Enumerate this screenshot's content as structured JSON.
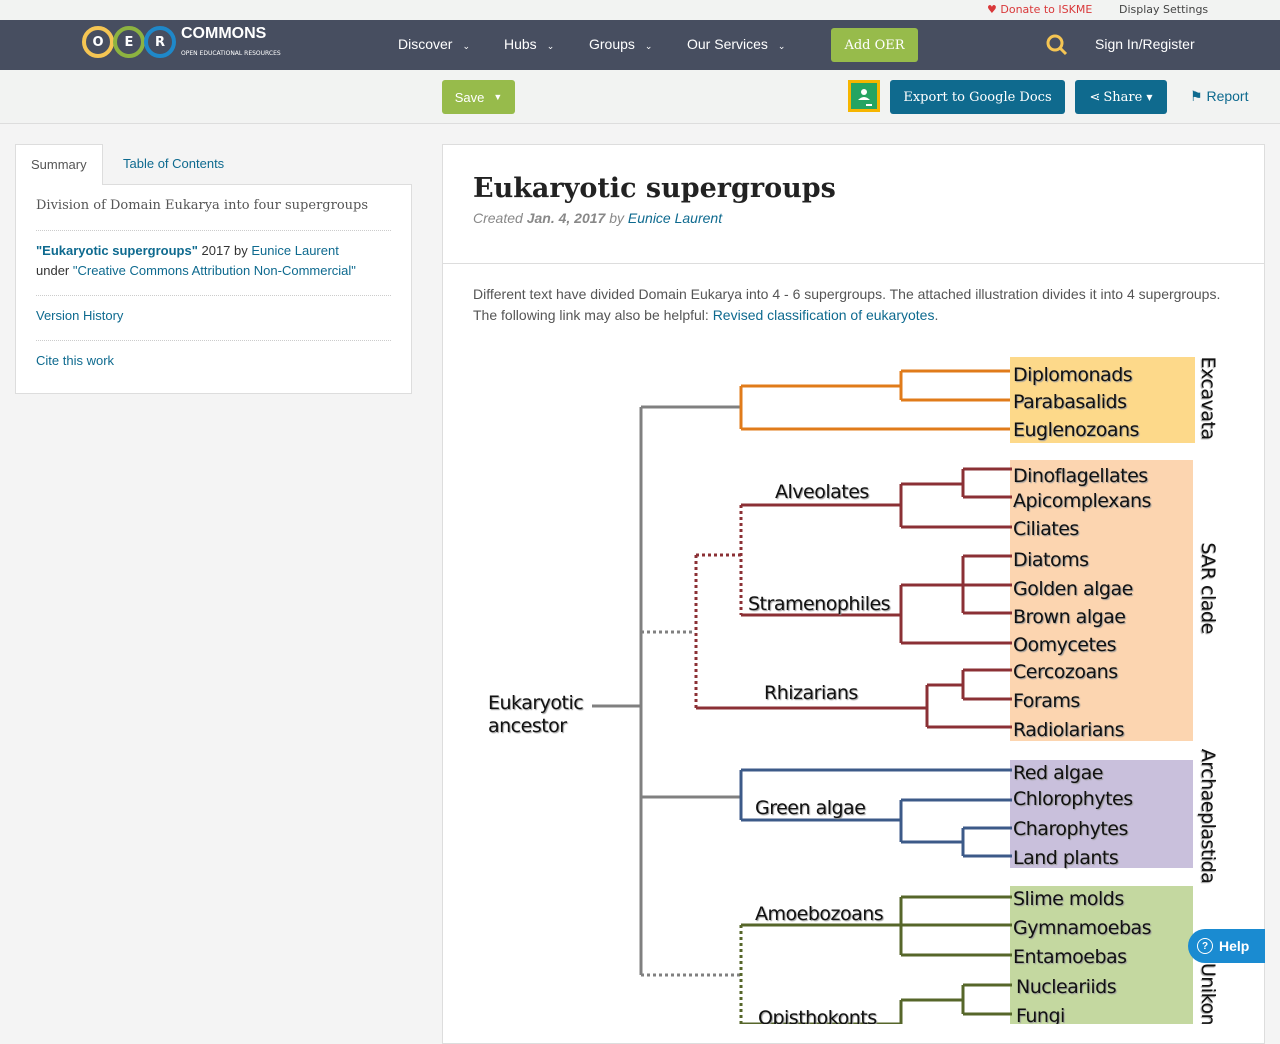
{
  "util": {
    "donate": "Donate to ISKME",
    "display_settings": "Display Settings"
  },
  "nav": {
    "logo_letters": [
      "O",
      "E",
      "R"
    ],
    "logo_name": "COMMONS",
    "logo_sub": "OPEN EDUCATIONAL RESOURCES",
    "items": [
      "Discover",
      "Hubs",
      "Groups",
      "Our Services"
    ],
    "add_oer": "Add OER",
    "signin": "Sign In/Register"
  },
  "toolbar": {
    "save": "Save",
    "export": "Export to Google Docs",
    "share": "Share",
    "report": "Report"
  },
  "sidebar": {
    "tabs": [
      "Summary",
      "Table of Contents"
    ],
    "description": "Division of Domain Eukarya into four supergroups",
    "attr_title": "\"Eukaryotic supergroups\"",
    "attr_year": " 2017 by ",
    "attr_author": "Eunice Laurent",
    "attr_under": "under ",
    "attr_license": "\"Creative Commons Attribution Non-Commercial\"",
    "version_history": "Version History",
    "cite": "Cite this work"
  },
  "main": {
    "title": "Eukaryotic supergroups",
    "created_prefix": "Created ",
    "created_date": "Jan. 4, 2017",
    "created_by": " by ",
    "author": "Eunice Laurent",
    "body_text": "Different text have divided Domain Eukarya into 4 - 6 supergroups.  The attached illustration divides it into 4 supergroups.  The following link may also be helpful: ",
    "link": "Revised classification of eukaryotes",
    "body_end": "."
  },
  "diagram": {
    "root": [
      "Eukaryotic",
      "ancestor"
    ],
    "clades": [
      "Alveolates",
      "Stramenophiles",
      "Rhizarians",
      "Green algae",
      "Amoebozoans",
      "Opisthokonts"
    ],
    "supergroups": [
      "Excavata",
      "SAR clade",
      "Archaeplastida",
      "Unikonta"
    ],
    "leaves": [
      "Diplomonads",
      "Parabasalids",
      "Euglenozoans",
      "Dinoflagellates",
      "Apicomplexans",
      "Ciliates",
      "Diatoms",
      "Golden algae",
      "Brown algae",
      "Oomycetes",
      "Cercozoans",
      "Forams",
      "Radiolarians",
      "Red algae",
      "Chlorophytes",
      "Charophytes",
      "Land plants",
      "Slime molds",
      "Gymnamoebas",
      "Entamoebas",
      "Nucleariids",
      "Fungi"
    ],
    "colors": {
      "excavata": "#e07b1a",
      "sar": "#8b3035",
      "archaeplastida": "#3c5a88",
      "unikonta": "#56662a",
      "root": "#808080"
    }
  },
  "help": "Help"
}
